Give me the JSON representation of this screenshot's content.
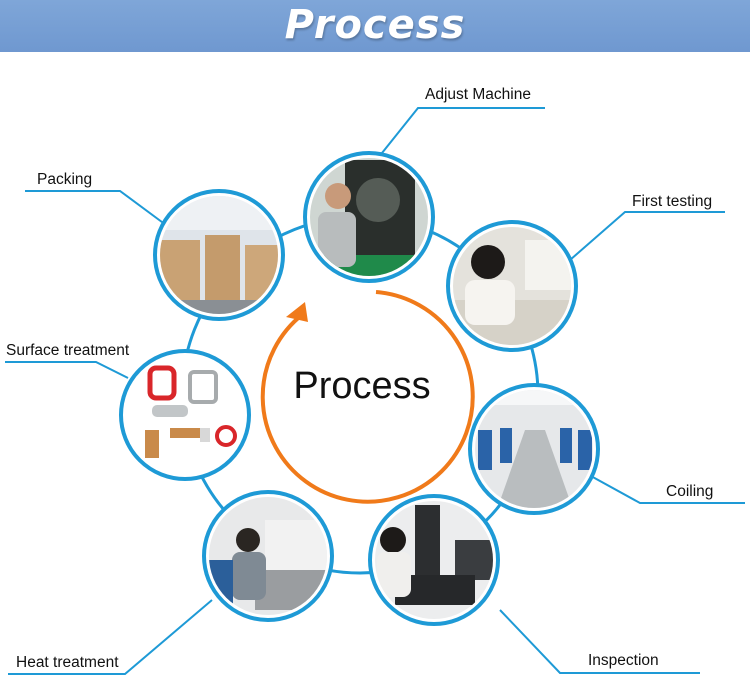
{
  "header": {
    "title": "Process"
  },
  "center": {
    "label": "Process"
  },
  "steps": [
    {
      "label": "Adjust Machine",
      "icon": "coiling-machine-operator-photo"
    },
    {
      "label": "First testing",
      "icon": "worker-testing-photo"
    },
    {
      "label": "Coiling",
      "icon": "workshop-coiling-machines-photo"
    },
    {
      "label": "Inspection",
      "icon": "worker-inspection-station-photo"
    },
    {
      "label": "Heat treatment",
      "icon": "worker-heat-treatment-photo"
    },
    {
      "label": "Surface treatment",
      "icon": "spring-samples-photo"
    },
    {
      "label": "Packing",
      "icon": "packed-boxes-warehouse-photo"
    }
  ],
  "colors": {
    "banner": "#7fa6d8",
    "connector": "#1e9ad6",
    "ring_border": "#1e9ad6",
    "center_arrow": "#f07a1a"
  }
}
